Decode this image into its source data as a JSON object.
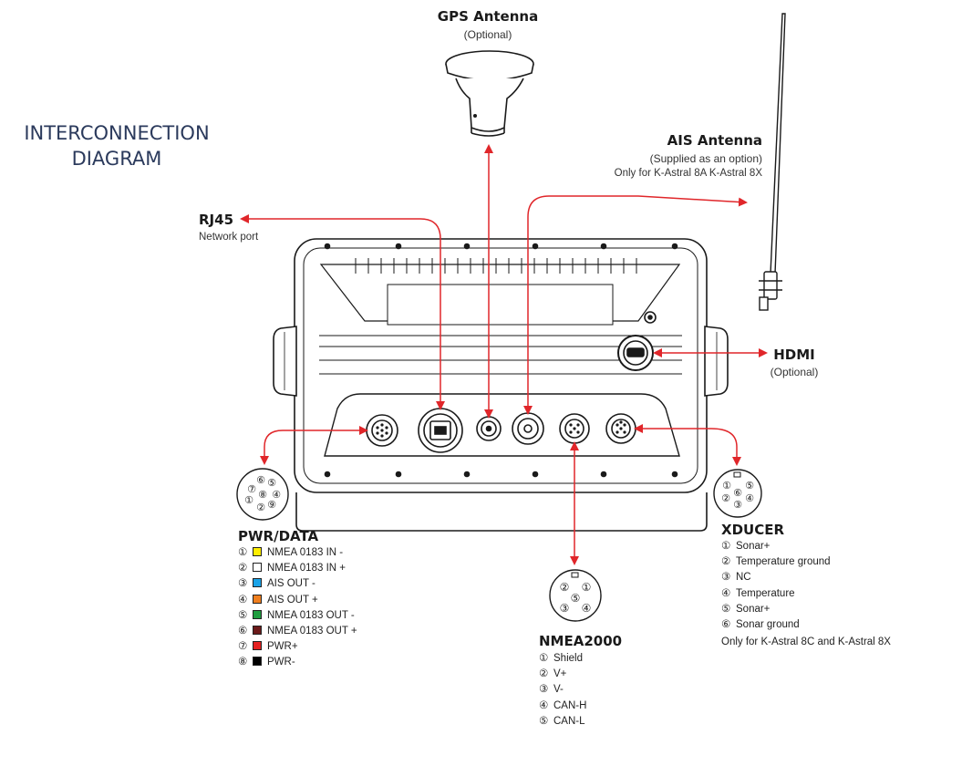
{
  "title": {
    "line1": "INTERCONNECTION",
    "line2": "DIAGRAM"
  },
  "gps": {
    "name": "GPS Antenna",
    "note": "(Optional)"
  },
  "ais": {
    "name": "AIS Antenna",
    "note1": "(Supplied as an option)",
    "note2": "Only for K-Astral 8A K-Astral 8X"
  },
  "rj45": {
    "name": "RJ45",
    "note": "Network port"
  },
  "hdmi": {
    "name": "HDMI",
    "note": "(Optional)"
  },
  "pwr_data": {
    "name": "PWR/DATA",
    "items": [
      {
        "num": "①",
        "color": "#ffee00",
        "label": "NMEA 0183 IN -"
      },
      {
        "num": "②",
        "color": "#ffffff",
        "label": "NMEA 0183 IN +"
      },
      {
        "num": "③",
        "color": "#1aa3e8",
        "label": "AIS OUT -"
      },
      {
        "num": "④",
        "color": "#f07f1e",
        "label": "AIS OUT +"
      },
      {
        "num": "⑤",
        "color": "#1f9d3f",
        "label": "NMEA 0183 OUT -"
      },
      {
        "num": "⑥",
        "color": "#6b1a1a",
        "label": "NMEA 0183 OUT +"
      },
      {
        "num": "⑦",
        "color": "#e52222",
        "label": "PWR+"
      },
      {
        "num": "⑧",
        "color": "#000000",
        "label": "PWR-"
      }
    ]
  },
  "xducer": {
    "name": "XDUCER",
    "items": [
      {
        "num": "①",
        "label": "Sonar+"
      },
      {
        "num": "②",
        "label": "Temperature ground"
      },
      {
        "num": "③",
        "label": "NC"
      },
      {
        "num": "④",
        "label": "Temperature"
      },
      {
        "num": "⑤",
        "label": "Sonar+"
      },
      {
        "num": "⑥",
        "label": "Sonar ground"
      }
    ],
    "note": "Only for K-Astral 8C and K-Astral 8X"
  },
  "nmea2000": {
    "name": "NMEA2000",
    "items": [
      {
        "num": "①",
        "label": "Shield"
      },
      {
        "num": "②",
        "label": "V+"
      },
      {
        "num": "③",
        "label": "V-"
      },
      {
        "num": "④",
        "label": "CAN-H"
      },
      {
        "num": "⑤",
        "label": "CAN-L"
      }
    ]
  },
  "pin_glyphs": {
    "p1": "①",
    "p2": "②",
    "p3": "③",
    "p4": "④",
    "p5": "⑤",
    "p6": "⑥",
    "p7": "⑦",
    "p8": "⑧",
    "p9": "⑨"
  },
  "colors": {
    "arrow": "#e0262a",
    "title": "#2b3a5c",
    "outline": "#1a1a1a"
  }
}
